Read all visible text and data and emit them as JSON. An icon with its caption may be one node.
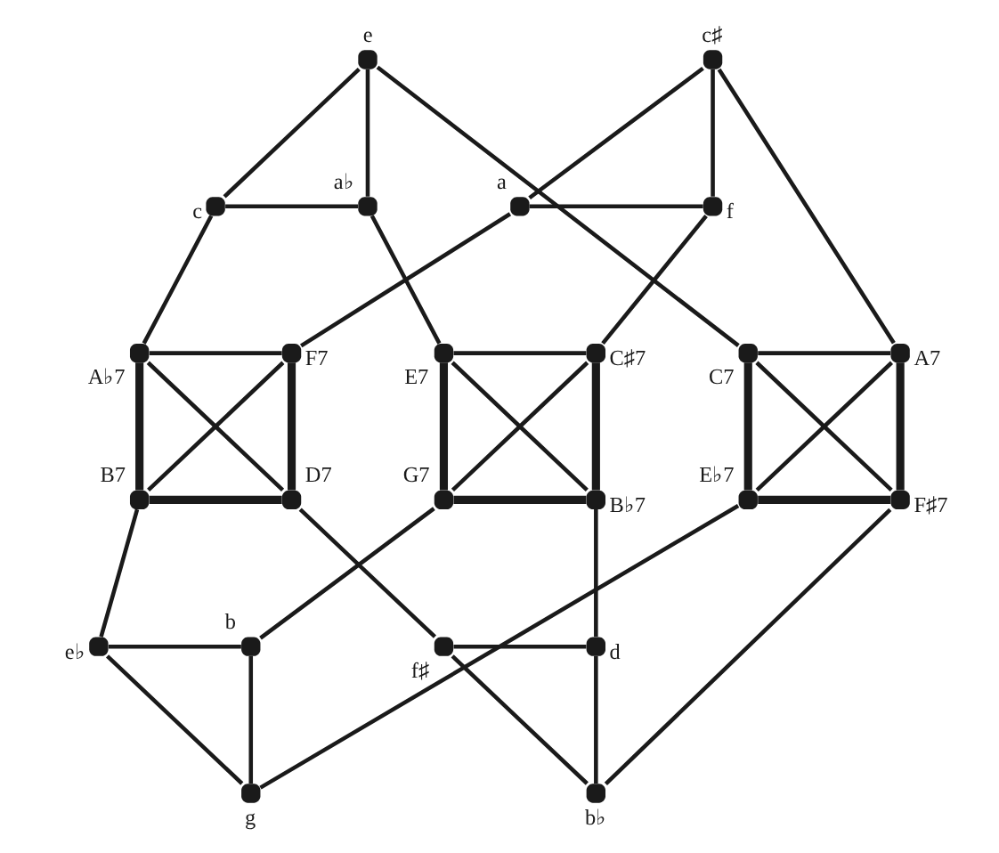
{
  "diagram": {
    "nodes": [
      {
        "text": [],
        "shape": "dot",
        "beside": [
          "e"
        ]
      },
      {
        "text": [],
        "shape": "dot",
        "beside": [
          "c♯"
        ]
      },
      {
        "text": [],
        "shape": "dot",
        "beside": [
          "c"
        ]
      },
      {
        "text": [],
        "shape": "dot",
        "beside": [
          "a♭"
        ]
      },
      {
        "text": [],
        "shape": "dot",
        "beside": [
          "a"
        ]
      },
      {
        "text": [],
        "shape": "dot",
        "beside": [
          "f"
        ]
      },
      {
        "text": [],
        "shape": "dot",
        "beside": [
          "A♭7"
        ]
      },
      {
        "text": [],
        "shape": "dot",
        "beside": [
          "F7"
        ]
      },
      {
        "text": [],
        "shape": "dot",
        "beside": [
          "C7"
        ]
      },
      {
        "text": [],
        "shape": "dot",
        "beside": [
          "A7"
        ]
      },
      {
        "text": [],
        "shape": "dot",
        "beside": [
          "E7"
        ]
      },
      {
        "text": [],
        "shape": "dot",
        "beside": [
          "C♯7"
        ]
      },
      {
        "text": [],
        "shape": "dot",
        "beside": [
          "B7"
        ]
      },
      {
        "text": [],
        "shape": "dot",
        "beside": [
          "D7"
        ]
      },
      {
        "text": [],
        "shape": "dot",
        "beside": [
          "E♭7"
        ]
      },
      {
        "text": [],
        "shape": "dot",
        "beside": [
          "F♯7"
        ]
      },
      {
        "text": [],
        "shape": "dot",
        "beside": [
          "G7"
        ]
      },
      {
        "text": [],
        "shape": "dot",
        "beside": [
          "B♭7"
        ]
      },
      {
        "text": [],
        "shape": "dot",
        "beside": [
          "e♭"
        ]
      },
      {
        "text": [],
        "shape": "dot",
        "beside": [
          "b"
        ]
      },
      {
        "text": [],
        "shape": "dot",
        "beside": [
          "f♯"
        ]
      },
      {
        "text": [],
        "shape": "dot",
        "beside": [
          "d"
        ]
      },
      {
        "text": [],
        "shape": "dot",
        "beside": [
          "g"
        ]
      },
      {
        "text": [],
        "shape": "dot",
        "beside": [
          "b♭"
        ]
      }
    ],
    "edges": [
      {
        "from": 0,
        "to": 2,
        "arrow": "none"
      },
      {
        "from": 0,
        "to": 3,
        "arrow": "none"
      },
      {
        "from": 0,
        "to": 8,
        "arrow": "none"
      },
      {
        "from": 1,
        "to": 4,
        "arrow": "none"
      },
      {
        "from": 1,
        "to": 5,
        "arrow": "none"
      },
      {
        "from": 1,
        "to": 9,
        "arrow": "none"
      },
      {
        "from": 2,
        "to": 3,
        "arrow": "none"
      },
      {
        "from": 4,
        "to": 5,
        "arrow": "none"
      },
      {
        "from": 2,
        "to": 6,
        "arrow": "none"
      },
      {
        "from": 3,
        "to": 10,
        "arrow": "none"
      },
      {
        "from": 4,
        "to": 7,
        "arrow": "none"
      },
      {
        "from": 5,
        "to": 11,
        "arrow": "none"
      },
      {
        "from": 6,
        "to": 7,
        "arrow": "none"
      },
      {
        "from": 6,
        "to": 12,
        "arrow": "none",
        "style": "thick"
      },
      {
        "from": 7,
        "to": 13,
        "arrow": "none",
        "style": "thick"
      },
      {
        "from": 12,
        "to": 13,
        "arrow": "none",
        "style": "thick"
      },
      {
        "from": 6,
        "to": 13,
        "arrow": "none"
      },
      {
        "from": 7,
        "to": 12,
        "arrow": "none"
      },
      {
        "from": 8,
        "to": 9,
        "arrow": "none"
      },
      {
        "from": 8,
        "to": 14,
        "arrow": "none",
        "style": "thick"
      },
      {
        "from": 9,
        "to": 15,
        "arrow": "none",
        "style": "thick"
      },
      {
        "from": 14,
        "to": 15,
        "arrow": "none",
        "style": "thick"
      },
      {
        "from": 8,
        "to": 15,
        "arrow": "none"
      },
      {
        "from": 9,
        "to": 14,
        "arrow": "none"
      },
      {
        "from": 10,
        "to": 11,
        "arrow": "none"
      },
      {
        "from": 10,
        "to": 16,
        "arrow": "none",
        "style": "thick"
      },
      {
        "from": 11,
        "to": 17,
        "arrow": "none",
        "style": "thick"
      },
      {
        "from": 16,
        "to": 17,
        "arrow": "none",
        "style": "thick"
      },
      {
        "from": 10,
        "to": 17,
        "arrow": "none"
      },
      {
        "from": 11,
        "to": 16,
        "arrow": "none"
      },
      {
        "from": 12,
        "to": 18,
        "arrow": "none"
      },
      {
        "from": 13,
        "to": 20,
        "arrow": "none"
      },
      {
        "from": 14,
        "to": 22,
        "arrow": "none"
      },
      {
        "from": 15,
        "to": 23,
        "arrow": "none"
      },
      {
        "from": 16,
        "to": 19,
        "arrow": "none"
      },
      {
        "from": 17,
        "to": 21,
        "arrow": "none"
      },
      {
        "from": 18,
        "to": 19,
        "arrow": "none"
      },
      {
        "from": 18,
        "to": 22,
        "arrow": "none"
      },
      {
        "from": 19,
        "to": 22,
        "arrow": "none"
      },
      {
        "from": 20,
        "to": 21,
        "arrow": "none"
      },
      {
        "from": 20,
        "to": 23,
        "arrow": "none"
      },
      {
        "from": 21,
        "to": 23,
        "arrow": "none"
      }
    ]
  }
}
